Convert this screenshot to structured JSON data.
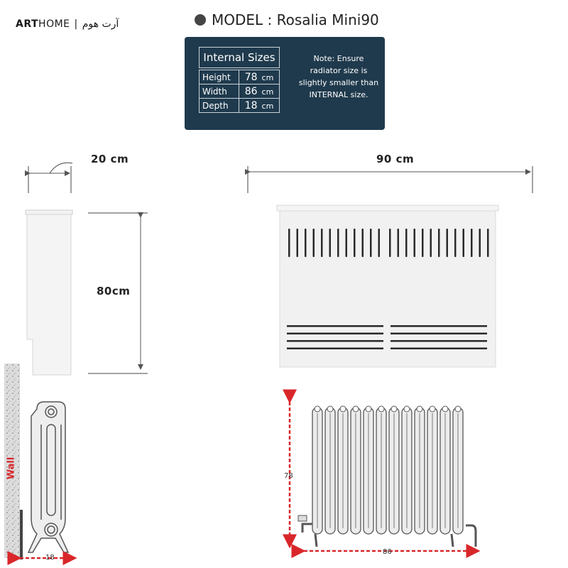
{
  "brand": {
    "bold": "ART",
    "light": "HOME",
    "separator": "|",
    "arabic": "آرت هوم"
  },
  "header": {
    "model_text": "MODEL : Rosalia Mini90"
  },
  "sizes_panel": {
    "heading": "Internal Sizes",
    "rows": [
      {
        "label": "Height",
        "value": "78",
        "unit": "cm"
      },
      {
        "label": "Width",
        "value": "86",
        "unit": "cm"
      },
      {
        "label": "Depth",
        "value": "18",
        "unit": "cm"
      }
    ],
    "note": "Note: Ensure radiator size is slightly smaller than INTERNAL size."
  },
  "dimensions": {
    "side_depth": "20 cm",
    "front_width": "90 cm",
    "height": "80cm",
    "radiator_height": "78",
    "radiator_width": "86",
    "radiator_depth": "18"
  },
  "wall_label": "Wall",
  "colors": {
    "panel_bg": "#1f3a4d",
    "accent_red": "#d9262a"
  }
}
